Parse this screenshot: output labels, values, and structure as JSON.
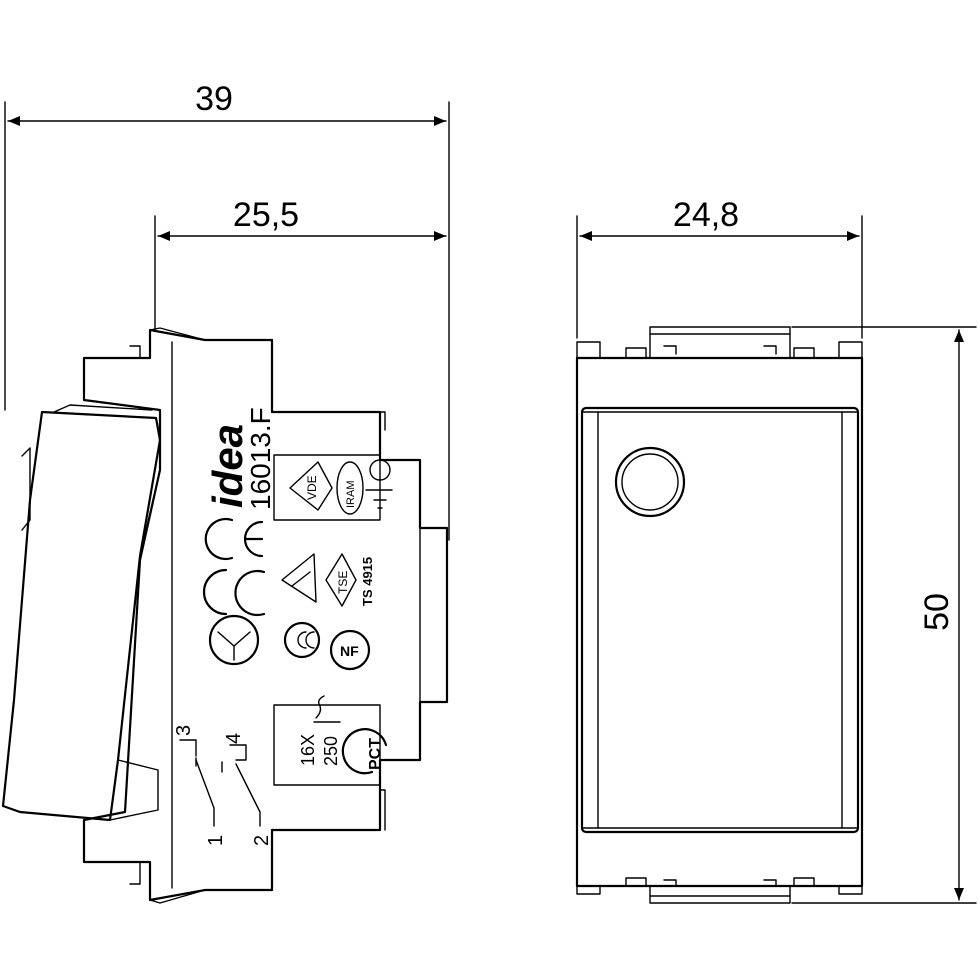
{
  "dimensions": {
    "overall_width": "39",
    "body_depth": "25,5",
    "front_width": "24,8",
    "front_height": "50"
  },
  "side_view": {
    "brand": "idea",
    "model": "16013.F",
    "rating_current": "16X",
    "rating_voltage": "250",
    "standard_code": "TS 4915",
    "cert_marks": [
      "VDE",
      "IRAM",
      "TSE",
      "NF",
      "PCT"
    ],
    "terminals": [
      "1",
      "2",
      "3",
      "4"
    ]
  }
}
